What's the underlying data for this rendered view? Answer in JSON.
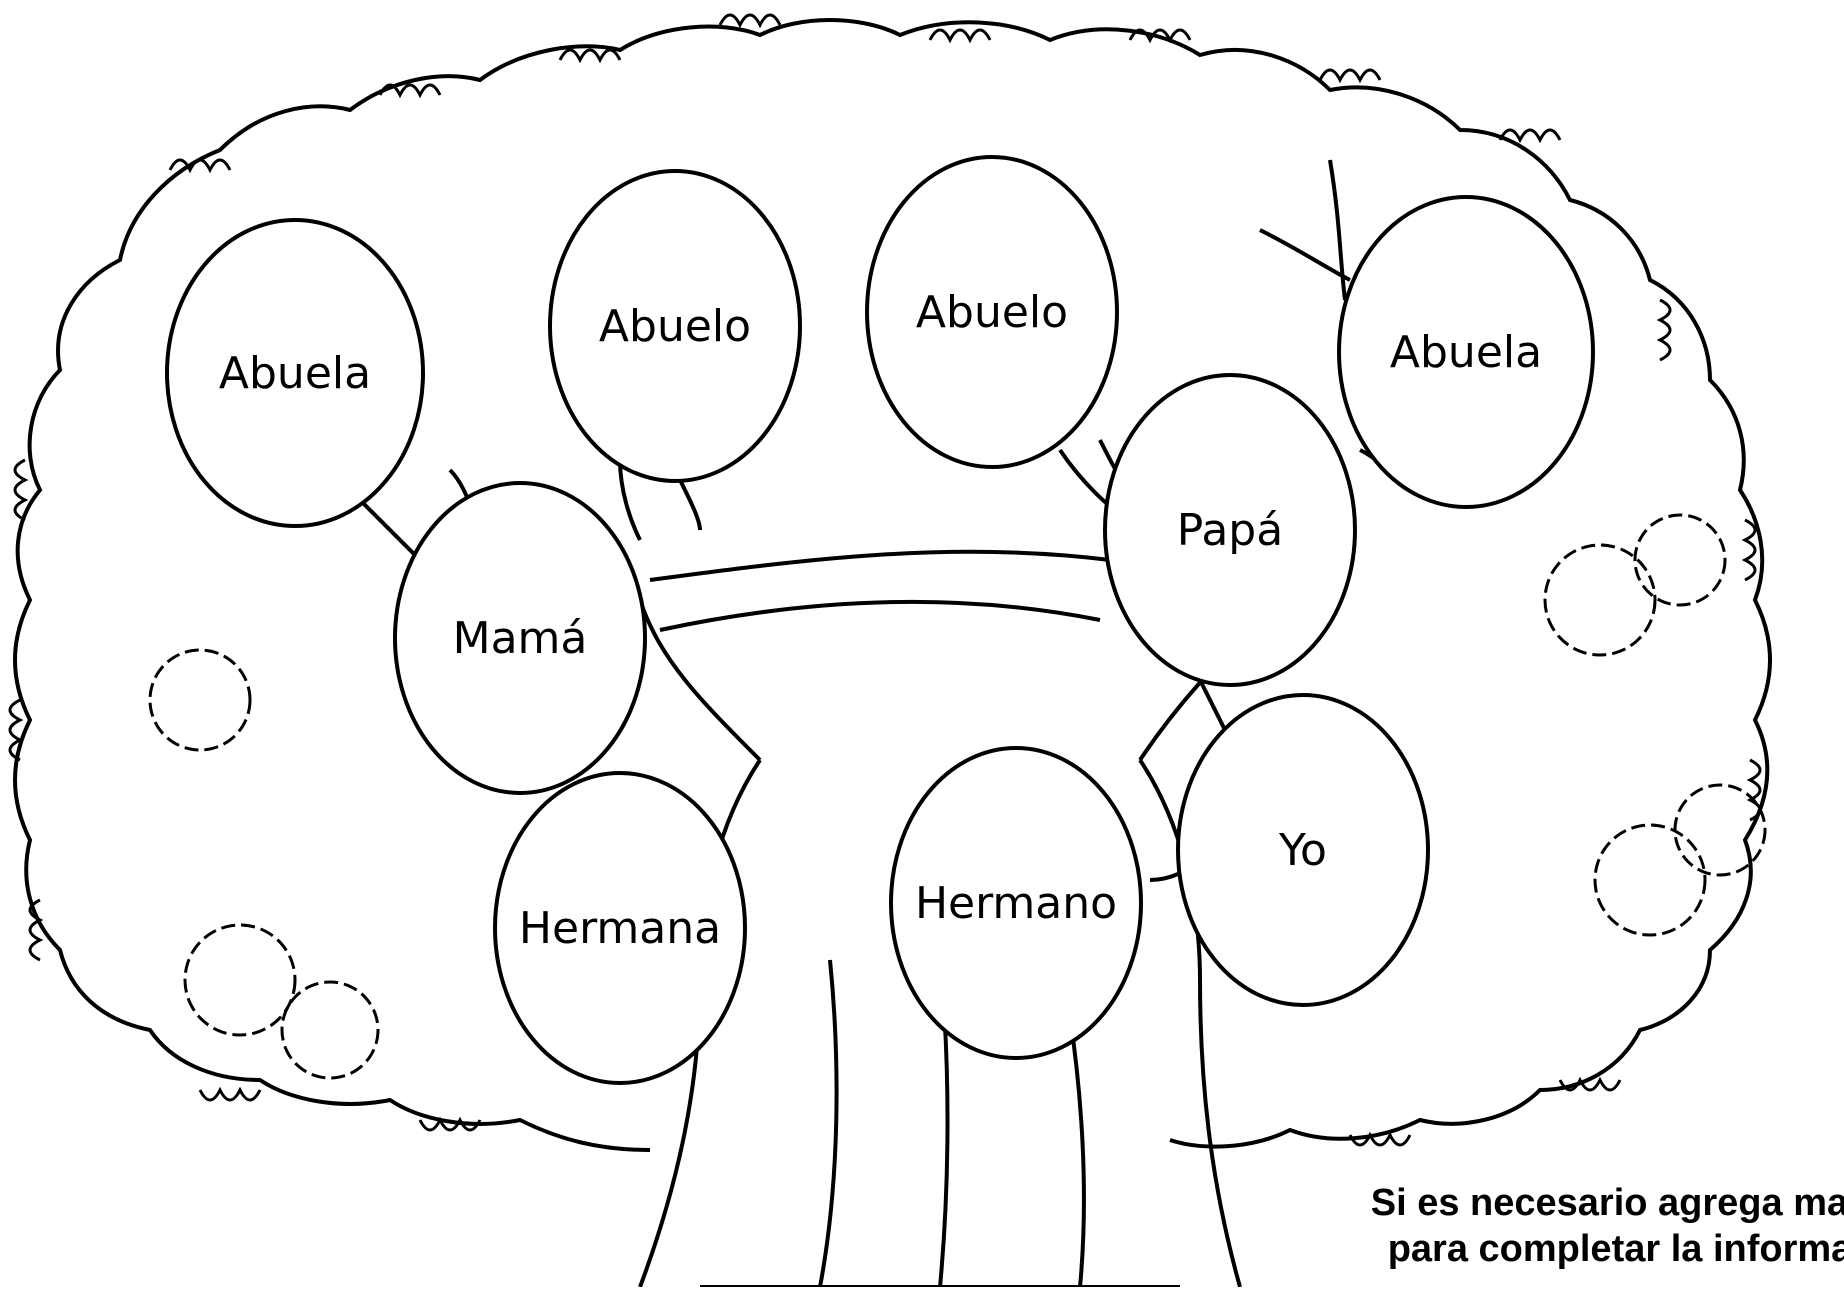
{
  "diagram": {
    "type": "family-tree",
    "nodes": [
      {
        "id": "abuela-left",
        "label": "Abuela"
      },
      {
        "id": "abuelo-left",
        "label": "Abuelo"
      },
      {
        "id": "abuelo-right",
        "label": "Abuelo"
      },
      {
        "id": "abuela-right",
        "label": "Abuela"
      },
      {
        "id": "mama",
        "label": "Mamá"
      },
      {
        "id": "papa",
        "label": "Papá"
      },
      {
        "id": "hermana",
        "label": "Hermana"
      },
      {
        "id": "hermano",
        "label": "Hermano"
      },
      {
        "id": "yo",
        "label": "Yo"
      }
    ],
    "edges": [
      [
        "abuela-left",
        "mama"
      ],
      [
        "abuelo-left",
        "mama"
      ],
      [
        "abuelo-right",
        "papa"
      ],
      [
        "abuela-right",
        "papa"
      ],
      [
        "papa",
        "yo"
      ],
      [
        "hermano",
        "yo"
      ]
    ]
  },
  "note": {
    "line1": "Si es necesario agrega mas",
    "line2": "para completar la informa"
  },
  "colors": {
    "line": "#000000",
    "background": "#ffffff",
    "node_fill": "#ffffff"
  }
}
